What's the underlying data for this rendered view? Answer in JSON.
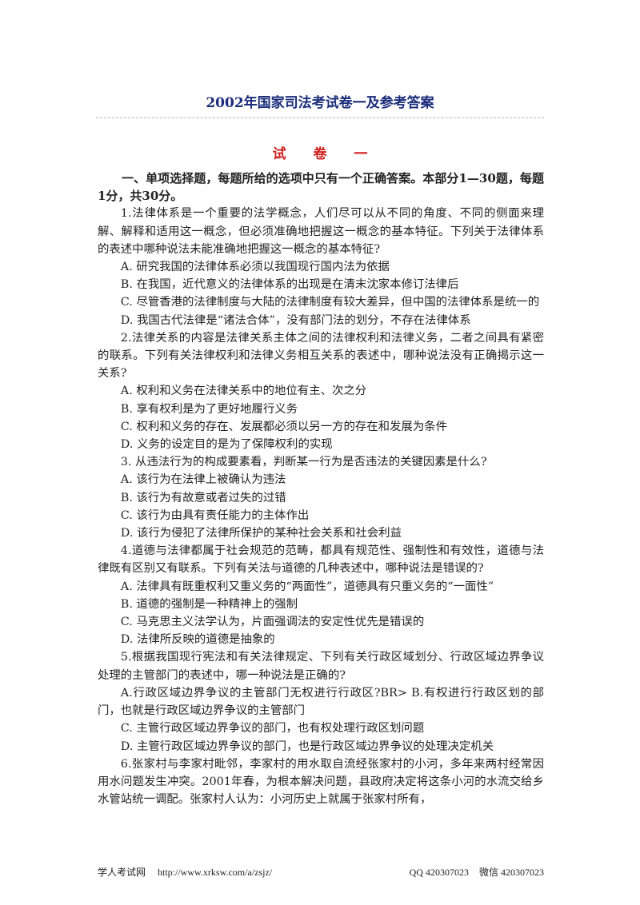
{
  "doc": {
    "title": "2002年国家司法考试卷一及参考答案",
    "subtitle": "试 卷 一",
    "section": "一、单项选择题，每题所给的选项中只有一个正确答案。本部分1—30题，每题1分，共30分。"
  },
  "paragraphs": [
    {
      "cls": "q",
      "text": "1.法律体系是一个重要的法学概念，人们尽可以从不同的角度、不同的侧面来理解、解释和适用这一概念，但必须准确地把握这一概念的基本特征。下列关于法律体系的表述中哪种说法未能准确地把握这一概念的基本特征?"
    },
    {
      "cls": "opt",
      "text": "A. 研究我国的法律体系必须以我国现行国内法为依据"
    },
    {
      "cls": "opt",
      "text": "B. 在我国，近代意义的法律体系的出现是在清末沈家本修订法律后"
    },
    {
      "cls": "opt",
      "text": "C. 尽管香港的法律制度与大陆的法律制度有较大差异，但中国的法律体系是统一的"
    },
    {
      "cls": "opt",
      "text": "D. 我国古代法律是“诸法合体”，没有部门法的划分，不存在法律体系"
    },
    {
      "cls": "q",
      "text": "2.法律关系的内容是法律关系主体之间的法律权利和法律义务，二者之间具有紧密的联系。下列有关法律权利和法律义务相互关系的表述中，哪种说法没有正确揭示这一关系?"
    },
    {
      "cls": "opt",
      "text": "A. 权利和义务在法律关系中的地位有主、次之分"
    },
    {
      "cls": "opt",
      "text": "B. 享有权利是为了更好地履行义务"
    },
    {
      "cls": "opt",
      "text": "C. 权利和义务的存在、发展都必须以另一方的存在和发展为条件"
    },
    {
      "cls": "opt",
      "text": "D. 义务的设定目的是为了保障权利的实现"
    },
    {
      "cls": "q",
      "text": "3. 从违法行为的构成要素看，判断某一行为是否违法的关键因素是什么?"
    },
    {
      "cls": "opt",
      "text": "A. 该行为在法律上被确认为违法"
    },
    {
      "cls": "opt",
      "text": "B. 该行为有故意或者过失的过错"
    },
    {
      "cls": "opt",
      "text": "C. 该行为由具有责任能力的主体作出"
    },
    {
      "cls": "opt",
      "text": "D. 该行为侵犯了法律所保护的某种社会关系和社会利益"
    },
    {
      "cls": "q",
      "text": "4.道德与法律都属于社会规范的范畴，都具有规范性、强制性和有效性，道德与法律既有区别又有联系。下列有关法与道德的几种表述中，哪种说法是错误的?"
    },
    {
      "cls": "opt",
      "text": "A. 法律具有既重权利又重义务的“两面性”，道德具有只重义务的“一面性”"
    },
    {
      "cls": "opt",
      "text": "B. 道德的强制是一种精神上的强制"
    },
    {
      "cls": "opt",
      "text": "C. 马克思主义法学认为，片面强调法的安定性优先是错误的"
    },
    {
      "cls": "opt",
      "text": "D. 法律所反映的道德是抽象的"
    },
    {
      "cls": "q",
      "text": "5.根据我国现行宪法和有关法律规定、下列有关行政区域划分、行政区域边界争议处理的主管部门的表述中，哪一种说法是正确的?"
    },
    {
      "cls": "opt",
      "text": "A.行政区域边界争议的主管部门无权进行行政区?BR>      B.有权进行行政区划的部门，也就是行政区域边界争议的主管部门"
    },
    {
      "cls": "opt",
      "text": "C. 主管行政区域边界争议的部门，也有权处理行政区划问题"
    },
    {
      "cls": "opt",
      "text": "D. 主管行政区域边界争议的部门，也是行政区域边界争议的处理决定机关"
    },
    {
      "cls": "q",
      "text": "6.张家村与李家村毗邻，李家村的用水取自流经张家村的小河，多年来两村经常因用水问题发生冲突。2001年春，为根本解决问题，县政府决定将这条小河的水流交给乡水管站统一调配。张家村人认为：小河历史上就属于张家村所有，"
    }
  ],
  "footer": {
    "site": "学人考试网",
    "url": "http://www.xrksw.com/a/zsjz/",
    "qq": "QQ  420307023",
    "wechat": "微信  420307023"
  }
}
